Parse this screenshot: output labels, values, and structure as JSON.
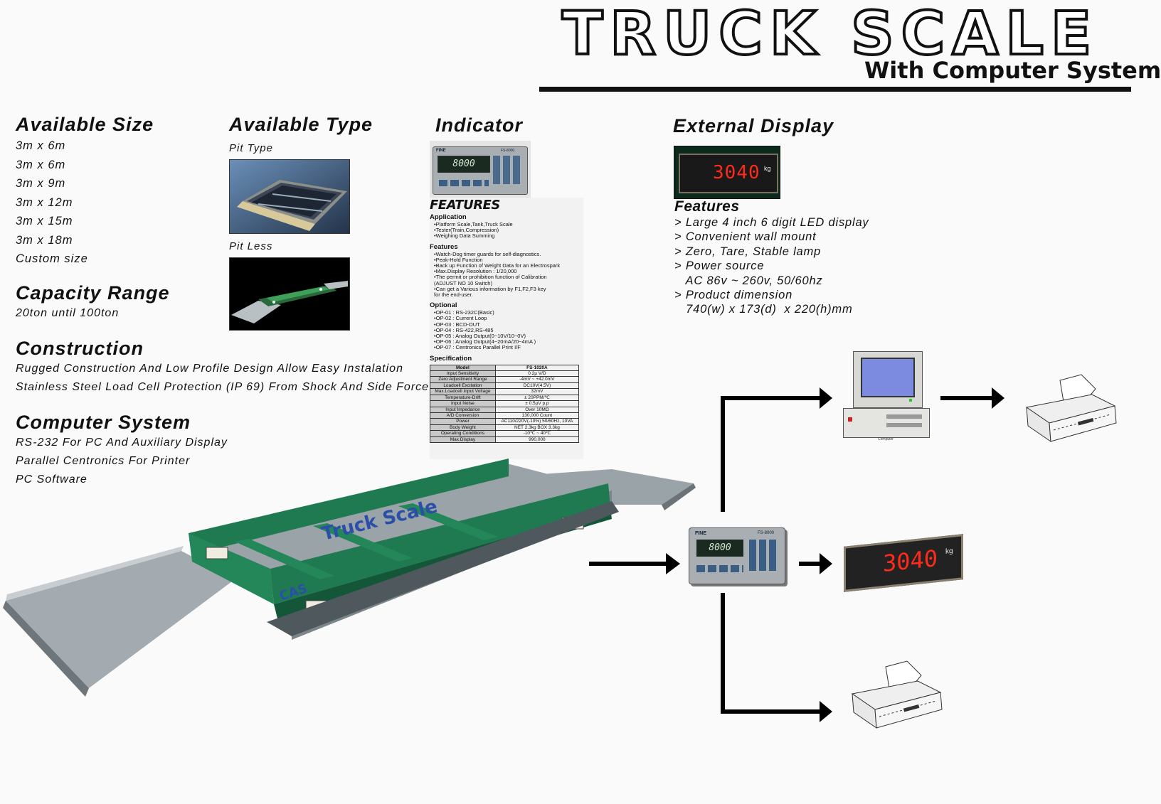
{
  "header": {
    "title": "TRUCK SCALE",
    "subtitle": "With Computer System"
  },
  "available_size": {
    "heading": "Available Size",
    "items": [
      "3m x 6m",
      "3m x 6m",
      "3m x 9m",
      "3m x 12m",
      "3m x 15m",
      "3m x 18m",
      "Custom size"
    ]
  },
  "capacity": {
    "heading": "Capacity Range",
    "text": "20ton until 100ton"
  },
  "construction": {
    "heading": "Construction",
    "lines": [
      "Rugged Construction And Low Profile Design Allow Easy Instalation",
      "Stainless Steel Load Cell Protection (IP 69) From Shock And Side Force"
    ]
  },
  "computer_system": {
    "heading": "Computer System",
    "lines": [
      "RS-232 For PC And Auxiliary Display",
      "Parallel Centronics For Printer",
      "PC Software"
    ]
  },
  "available_type": {
    "heading": "Available Type",
    "pit_type": "Pit Type",
    "pit_less": "Pit  Less"
  },
  "indicator": {
    "heading": "Indicator",
    "features_title": "FEATURES",
    "application_title": "Application",
    "application": [
      "•Platform Scale,Tank,Truck Scale",
      "•Tester(Train,Compression)",
      "•Weighing Data Summing"
    ],
    "features_sub": "Features",
    "features": [
      "•Watch-Dog timer guards for self-diagnostics.",
      "•Peak-Hold Function",
      "•Back up Function of Weight Data for an Electrospark",
      "•Max.Display Resolution : 1/20,000",
      "•The permit or prohibition function of Calibration",
      "  (ADJUST NO 10 Switch)",
      "•Can get a Various information by F1,F2,F3 key",
      "  for the end-user."
    ],
    "optional_title": "Optional",
    "optional": [
      "•OP-01 : RS-232C(Basic)",
      "•OP-02 : Current Loop",
      "•OP-03 : BCD-OUT",
      "•OP-04 : RS-422,RS-485",
      "•OP-05 : Analog Output(0~10V/10~0V)",
      "•OP-06 : Analog Output(4~20mA/20~4mA )",
      "•OP-07 : Centronics Parallel Print I/F"
    ],
    "spec_title": "Specification",
    "spec_rows": [
      [
        "Model",
        "FS-1020A"
      ],
      [
        "Input Sensitivity",
        "0.2µ V/D"
      ],
      [
        "Zero Adjustment Range",
        "-4mV ~ +42.0mV"
      ],
      [
        "Loadcell Excitation",
        "DC10V(4.5V)"
      ],
      [
        "Max.Loadcell Input Voltage",
        "32mV"
      ],
      [
        "Temperature-Drift",
        "± 20PPM/℃"
      ],
      [
        "Input Noise",
        "± 0.5µV p.p"
      ],
      [
        "Input Impedance",
        "Over 10MΩ"
      ],
      [
        "A/D Conversion",
        "130,000 Count"
      ],
      [
        "Power",
        "AC110/220V(-10%) 50/60Hz, 10VA"
      ],
      [
        "Body Weight",
        "NET 2.3kg  BOX 3.3kg"
      ],
      [
        "Operating Conditions",
        "-10℃ ~ 40℃"
      ],
      [
        "Max.Display",
        "990,000"
      ]
    ],
    "display_reading": "8000",
    "brand": "FINE",
    "model": "FS-8000"
  },
  "external_display": {
    "heading": "External Display",
    "features_title": "Features",
    "features": [
      "> Large 4 inch 6 digit LED display",
      "> Convenient wall mount",
      "> Zero, Tare, Stable lamp",
      "> Power source",
      "   AC 86v ~ 260v, 50/60hz",
      "> Product dimension",
      "   740(w) x 173(d)  x 220(h)mm"
    ],
    "reading": "3040",
    "unit": "kg"
  },
  "scale_deck_label": "Truck Scale",
  "scale_brand": "CAS",
  "computer_label": "Computer",
  "colors": {
    "frame_green": "#1f7a52",
    "deck_gray": "#9aa3a8",
    "led_red": "#ff2a1a"
  }
}
